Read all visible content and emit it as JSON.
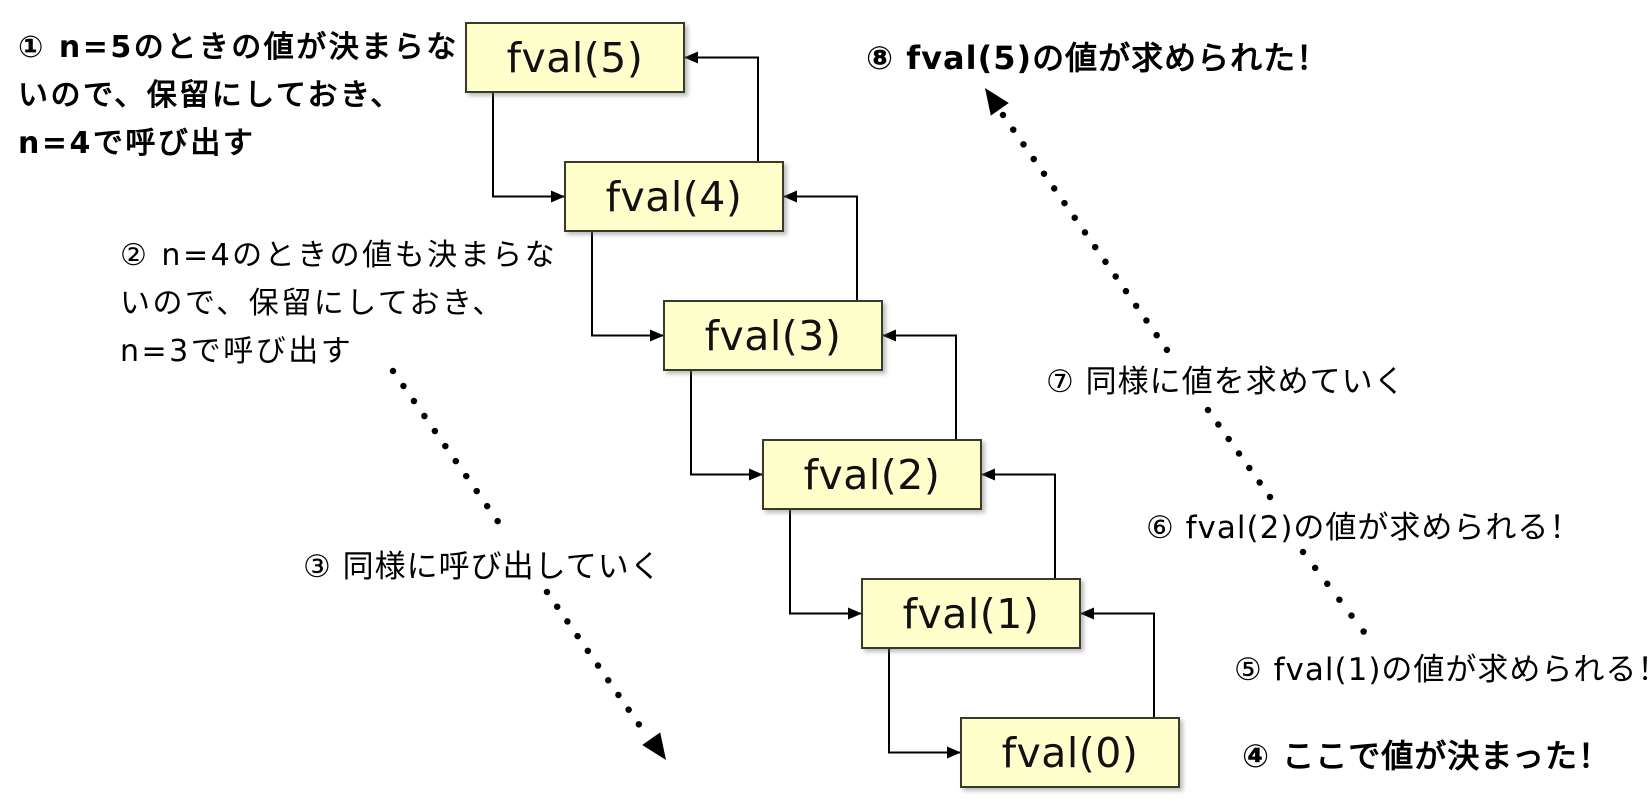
{
  "diagram": {
    "boxes": [
      {
        "label": "fval(5)"
      },
      {
        "label": "fval(4)"
      },
      {
        "label": "fval(3)"
      },
      {
        "label": "fval(2)"
      },
      {
        "label": "fval(1)"
      },
      {
        "label": "fval(0)"
      }
    ],
    "annotations": {
      "note1_line1": "① n=5のときの値が決まらな",
      "note1_line2": "いので、保留にしておき、",
      "note1_line3": "n=4で呼び出す",
      "note2_line1": "② n=4のときの値も決まらな",
      "note2_line2": "いので、保留にしておき、",
      "note2_line3": "n=3で呼び出す",
      "note3": "③ 同様に呼び出していく",
      "note4": "④ ここで値が決まった！",
      "note5": "⑤ fval(1)の値が求められる！",
      "note6": "⑥ fval(2)の値が求められる！",
      "note7": "⑦ 同様に値を求めていく",
      "note8": "⑧ fval(5)の値が求められた！"
    },
    "colors": {
      "box_fill": "#FFFFCC",
      "box_border": "#3A3A28",
      "arrow": "#000000",
      "background": "#FFFFFF"
    }
  }
}
